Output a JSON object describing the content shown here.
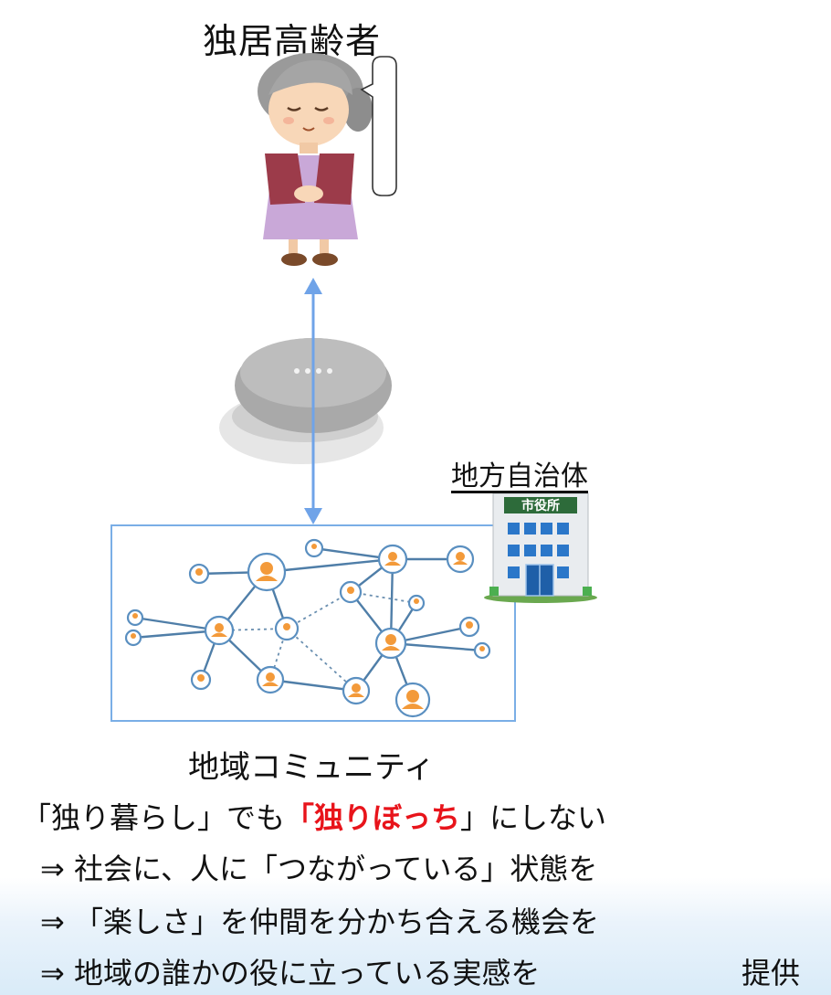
{
  "title": "独居高齢者",
  "local_government": {
    "label": "地方自治体",
    "sign": "市役所"
  },
  "community_label": "地域コミュニティ",
  "slogan": {
    "part1": "「独り暮らし」でも",
    "highlight": "「独りぼっち",
    "part2": "」にしない"
  },
  "bullets": [
    "⇒ 社会に、人に「つながっている」状態を",
    "⇒ 「楽しさ」を仲間を分かち合える機会を",
    "⇒ 地域の誰かの役に立っている実感を"
  ],
  "provide": "提供",
  "colors": {
    "arrow": "#6fa3e8",
    "highlight": "#e8141b",
    "network_line": "#4f7ea8",
    "node_ring": "#5a8fc0",
    "person": "#f39a3a"
  }
}
